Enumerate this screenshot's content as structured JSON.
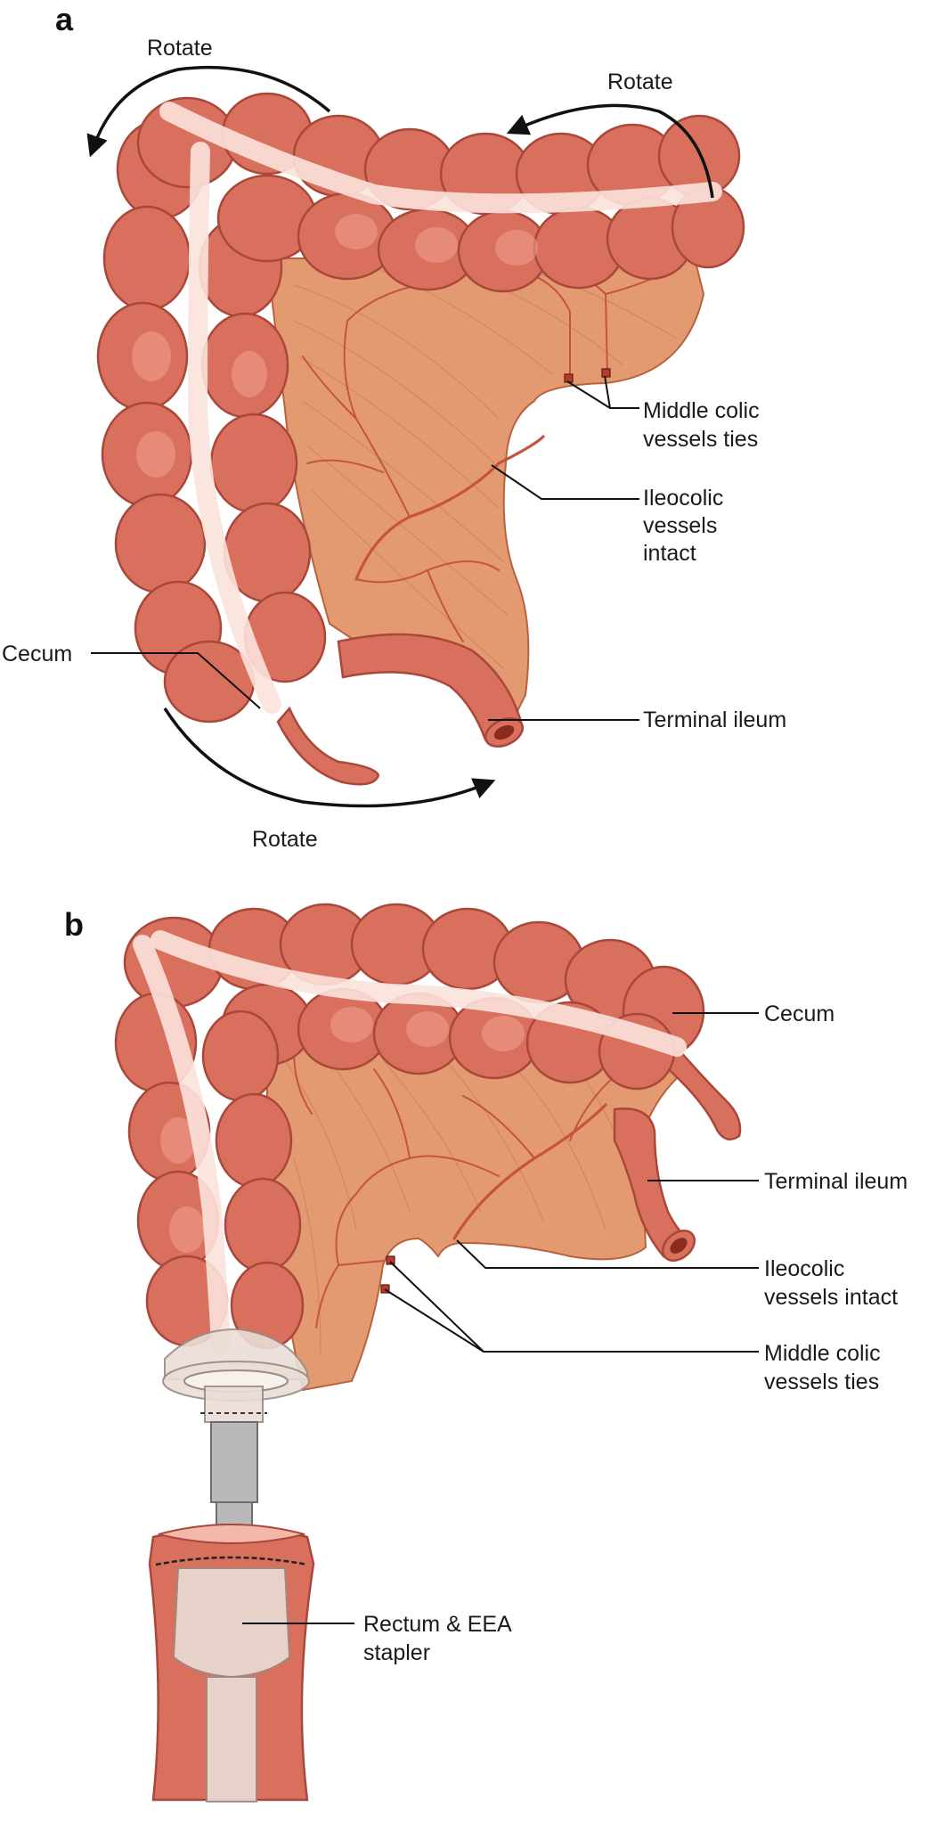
{
  "panels": [
    {
      "label": "a",
      "annotations": {
        "rotate_top_left": "Rotate",
        "rotate_top_right": "Rotate",
        "rotate_bottom": "Rotate",
        "cecum": "Cecum",
        "middle_colic_line1": "Middle colic",
        "middle_colic_line2": "vessels ties",
        "ileocolic_line1": "Ileocolic",
        "ileocolic_line2": "vessels",
        "ileocolic_line3": "intact",
        "terminal_ileum": "Terminal ileum"
      }
    },
    {
      "label": "b",
      "annotations": {
        "cecum": "Cecum",
        "terminal_ileum": "Terminal ileum",
        "ileocolic_line1": "Ileocolic",
        "ileocolic_line2": "vessels intact",
        "middle_colic_line1": "Middle colic",
        "middle_colic_line2": "vessels ties",
        "rectum_line1": "Rectum & EEA",
        "rectum_line2": "stapler"
      }
    }
  ],
  "colors": {
    "bowel": "#d9705e",
    "bowel_outline": "#a8473a",
    "mesentery": "#e39a70",
    "vessel": "#c4533f",
    "taenia": "#fbe2dc",
    "stapler": "#b9b9b9"
  }
}
